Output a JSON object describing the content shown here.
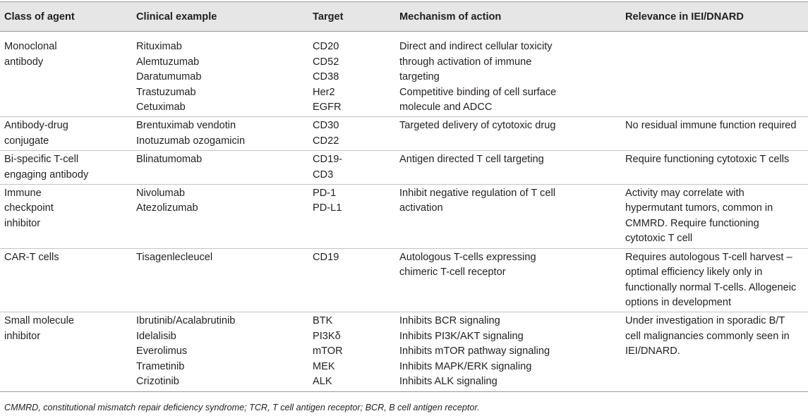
{
  "table": {
    "headers": [
      "Class of agent",
      "Clinical example",
      "Target",
      "Mechanism of action",
      "Relevance in IEI/DNARD"
    ],
    "rows": [
      {
        "class": [
          "Monoclonal",
          "antibody"
        ],
        "examples": [
          "Rituximab",
          "Alemtuzumab",
          "Daratumumab",
          "Trastuzumab",
          "Cetuximab"
        ],
        "targets": [
          "CD20",
          "CD52",
          "CD38",
          "Her2",
          "EGFR"
        ],
        "mechanism": [
          "Direct and indirect cellular toxicity",
          "through activation of immune",
          "targeting",
          "Competitive binding of cell surface",
          "molecule and ADCC"
        ],
        "relevance": []
      },
      {
        "class": [
          "Antibody-drug",
          "conjugate"
        ],
        "examples": [
          "Brentuximab vendotin",
          "Inotuzumab ozogamicin"
        ],
        "targets": [
          "CD30",
          "CD22"
        ],
        "mechanism": [
          "Targeted delivery of cytotoxic drug"
        ],
        "relevance": [
          "No residual immune function required"
        ]
      },
      {
        "class": [
          "Bi-specific T-cell",
          "engaging antibody"
        ],
        "examples": [
          "Blinatumomab"
        ],
        "targets": [
          "CD19-",
          "CD3"
        ],
        "mechanism": [
          "Antigen directed T cell targeting"
        ],
        "relevance": [
          "Require functioning cytotoxic T cells"
        ]
      },
      {
        "class": [
          "Immune",
          "checkpoint",
          "inhibitor"
        ],
        "examples": [
          "Nivolumab",
          "Atezolizumab"
        ],
        "targets": [
          "PD-1",
          "PD-L1"
        ],
        "mechanism": [
          "Inhibit negative regulation of T cell",
          "activation"
        ],
        "relevance": [
          "Activity may correlate with",
          "hypermutant tumors, common in",
          "CMMRD. Require functioning",
          "cytotoxic T cell"
        ]
      },
      {
        "class": [
          "CAR-T cells"
        ],
        "examples": [
          "Tisagenlecleucel"
        ],
        "targets": [
          "CD19"
        ],
        "mechanism": [
          "Autologous T-cells expressing",
          "chimeric T-cell receptor"
        ],
        "relevance": [
          "Requires autologous T-cell harvest –",
          "optimal efficiency likely only in",
          "functionally normal T-cells. Allogeneic",
          "options in development"
        ]
      },
      {
        "class": [
          "Small molecule",
          "inhibitor"
        ],
        "examples": [
          "Ibrutinib/Acalabrutinib",
          "Idelalisib",
          "Everolimus",
          "Trametinib",
          "Crizotinib"
        ],
        "targets": [
          "BTK",
          "PI3Kδ",
          "mTOR",
          "MEK",
          "ALK"
        ],
        "mechanism": [
          "Inhibits BCR signaling",
          "Inhibits PI3K/AKT signaling",
          "Inhibits mTOR pathway signaling",
          "Inhibits MAPK/ERK signaling",
          "Inhibits ALK signaling"
        ],
        "relevance": [
          "Under investigation in sporadic B/T",
          "cell malignancies commonly seen in",
          "IEI/DNARD."
        ]
      }
    ]
  },
  "footnote": "CMMRD, constitutional mismatch repair deficiency syndrome; TCR, T cell antigen receptor; BCR, B cell antigen receptor."
}
